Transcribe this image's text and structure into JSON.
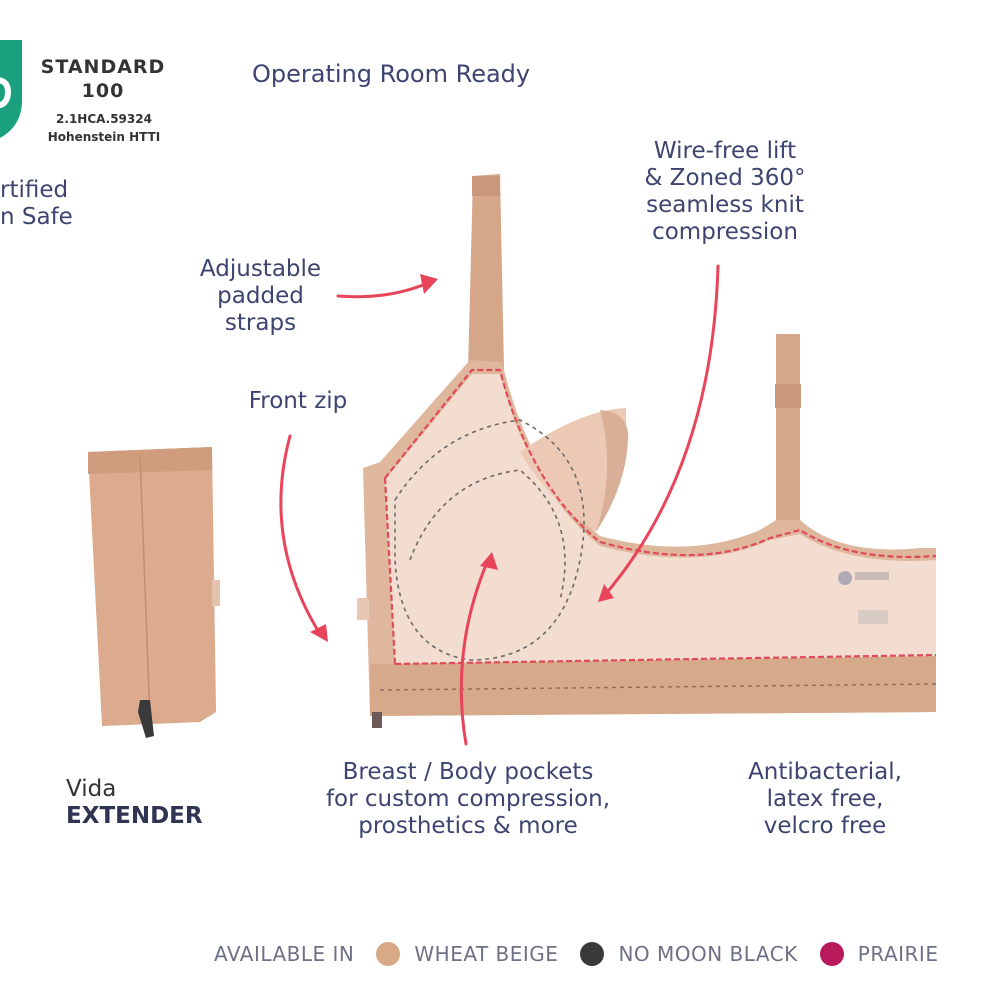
{
  "certification": {
    "title_line1": "STANDARD",
    "title_line2": "100",
    "code": "2.1HCA.59324",
    "institute": "Hohenstein HTTI",
    "claim_line1": "rtified",
    "claim_line2": "n Safe",
    "brand_color": "#1aa07c"
  },
  "headline": "Operating Room Ready",
  "features": {
    "wire_free": [
      "Wire-free lift",
      "& Zoned 360°",
      "seamless knit",
      "compression"
    ],
    "straps": [
      "Adjustable",
      "padded",
      "straps"
    ],
    "front_zip": "Front zip",
    "pockets": [
      "Breast / Body pockets",
      "for custom compression,",
      "prosthetics & more"
    ],
    "antibacterial": [
      "Antibacterial,",
      "latex free,",
      "velcro free"
    ]
  },
  "extender": {
    "line1": "Vida",
    "line2": "EXTENDER"
  },
  "availability": {
    "prefix": "AVAILABLE IN",
    "colors": [
      {
        "name": "WHEAT BEIGE",
        "hex": "#d8a987"
      },
      {
        "name": "NO MOON BLACK",
        "hex": "#3a3a3c"
      },
      {
        "name": "PRAIRIE",
        "hex": "#b8195a"
      }
    ]
  },
  "colors": {
    "text": "#3d4470",
    "arrow": "#e8455a",
    "fabric": "#dcb095",
    "fabric_light": "#f0d9ca"
  }
}
